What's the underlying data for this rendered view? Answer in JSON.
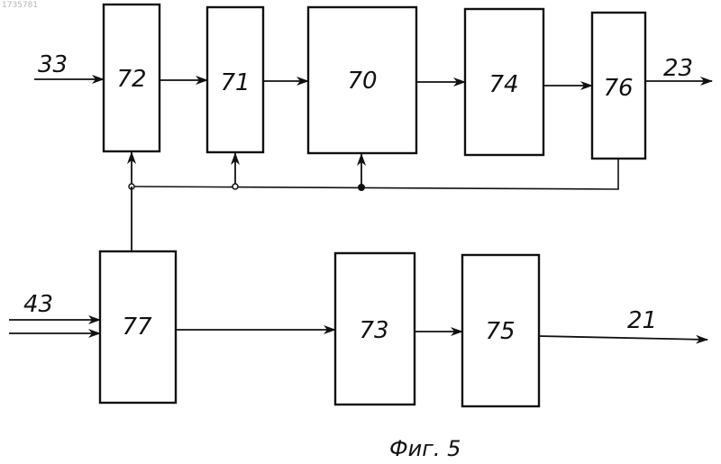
{
  "stamp": "1735781",
  "caption": "Фиг. 5",
  "blocks": {
    "b72": "72",
    "b71": "71",
    "b70": "70",
    "b74": "74",
    "b76": "76",
    "b77": "77",
    "b73": "73",
    "b75": "75"
  },
  "signals": {
    "in33": "33",
    "in43": "43",
    "out23": "23",
    "out21": "21"
  }
}
